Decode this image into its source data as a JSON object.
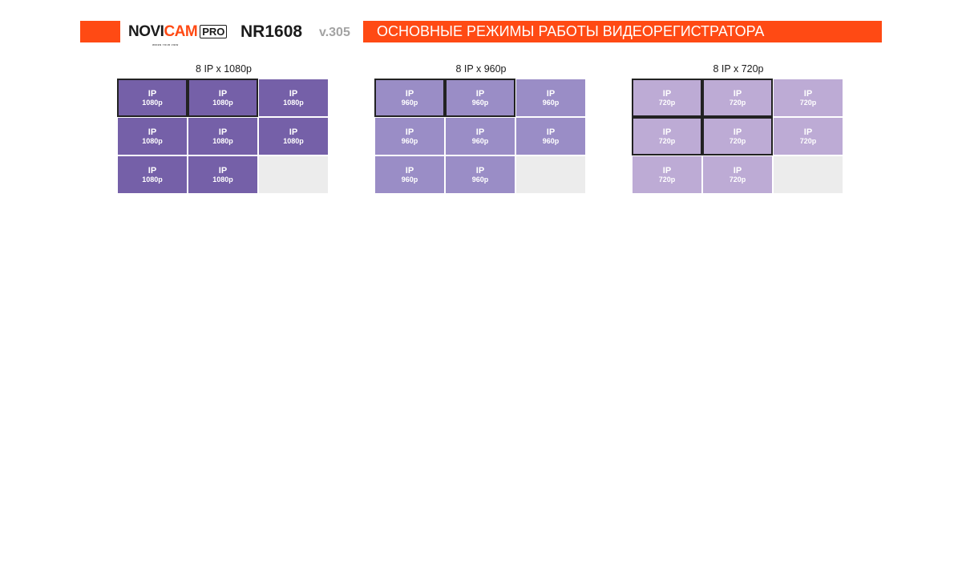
{
  "header": {
    "brand": {
      "part1": "NOVI",
      "part2": "CAM",
      "tagline": "WIDEN YOUR VIEW",
      "pro": "PRO"
    },
    "model": "NR1608",
    "version": "v.305",
    "title": "ОСНОВНЫЕ РЕЖИМЫ РАБОТЫ ВИДЕОРЕГИСТРАТОРА",
    "accent_color": "#ff4a14"
  },
  "panels": [
    {
      "title": "8 IP x 1080p",
      "color": "#7560a8",
      "cells": [
        {
          "l1": "IP",
          "l2": "1080p"
        },
        {
          "l1": "IP",
          "l2": "1080p"
        },
        {
          "l1": "IP",
          "l2": "1080p"
        },
        {
          "l1": "IP",
          "l2": "1080p"
        },
        {
          "l1": "IP",
          "l2": "1080p"
        },
        {
          "l1": "IP",
          "l2": "1080p"
        },
        {
          "l1": "IP",
          "l2": "1080p"
        },
        {
          "l1": "IP",
          "l2": "1080p"
        }
      ]
    },
    {
      "title": "8 IP x 960p",
      "color": "#9a8dc6",
      "cells": [
        {
          "l1": "IP",
          "l2": "960p"
        },
        {
          "l1": "IP",
          "l2": "960p"
        },
        {
          "l1": "IP",
          "l2": "960p"
        },
        {
          "l1": "IP",
          "l2": "960p"
        },
        {
          "l1": "IP",
          "l2": "960p"
        },
        {
          "l1": "IP",
          "l2": "960p"
        },
        {
          "l1": "IP",
          "l2": "960p"
        },
        {
          "l1": "IP",
          "l2": "960p"
        }
      ]
    },
    {
      "title": "8 IP x 720p",
      "color": "#bdabd5",
      "cells": [
        {
          "l1": "IP",
          "l2": "720p"
        },
        {
          "l1": "IP",
          "l2": "720p"
        },
        {
          "l1": "IP",
          "l2": "720p"
        },
        {
          "l1": "IP",
          "l2": "720p"
        },
        {
          "l1": "IP",
          "l2": "720p"
        },
        {
          "l1": "IP",
          "l2": "720p"
        },
        {
          "l1": "IP",
          "l2": "720p"
        },
        {
          "l1": "IP",
          "l2": "720p"
        }
      ]
    }
  ]
}
